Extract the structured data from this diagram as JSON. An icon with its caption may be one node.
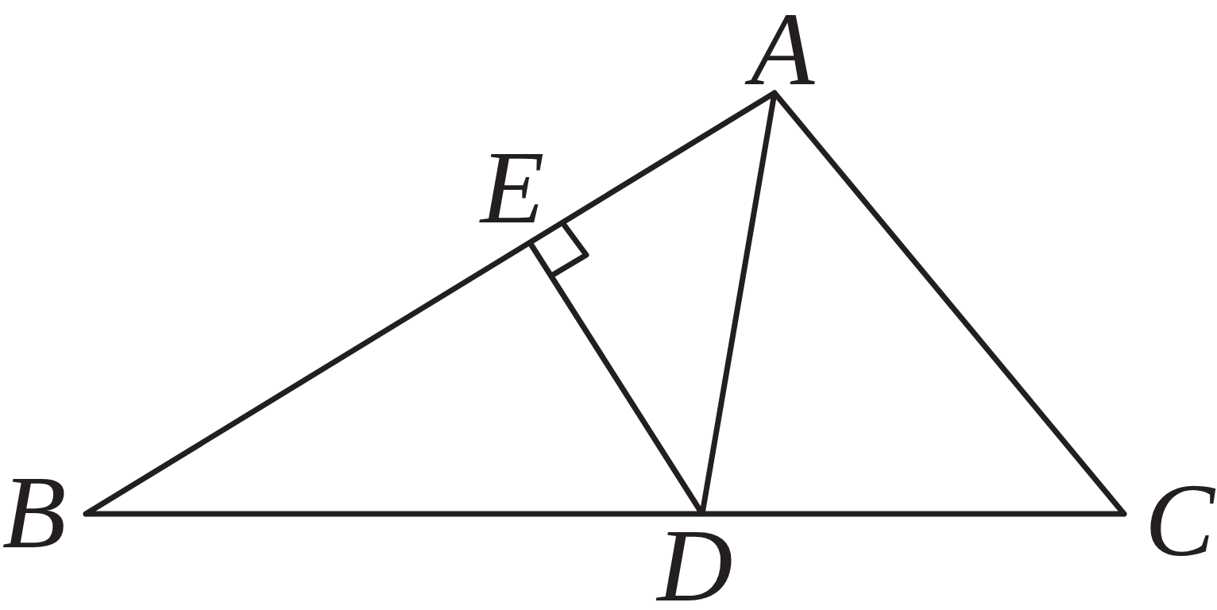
{
  "diagram": {
    "labels": [
      "A",
      "E",
      "B",
      "D",
      "C"
    ]
  }
}
